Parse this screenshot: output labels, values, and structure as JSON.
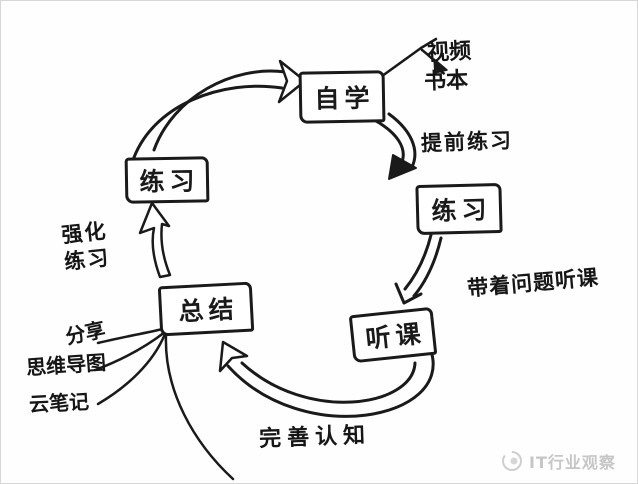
{
  "nodes": {
    "self_study": "自学",
    "practice_right": "练习",
    "listen_class": "听课",
    "summarize": "总结",
    "practice_left": "练习"
  },
  "annotations": {
    "video": "视频",
    "book": "书本",
    "practice_ahead": "提前练习",
    "listen_with_questions": "带着问题听课",
    "improve_cognition": "完善认知",
    "reinforce_line1": "强化",
    "reinforce_line2": "练习",
    "share": "分享",
    "mind_map": "思维导图",
    "cloud_notes": "云笔记"
  },
  "watermark": {
    "label": "IT行业观察"
  },
  "colors": {
    "ink": "#1a1a1a",
    "paper": "#fefefe",
    "watermark_gray": "#c6c6c6"
  }
}
